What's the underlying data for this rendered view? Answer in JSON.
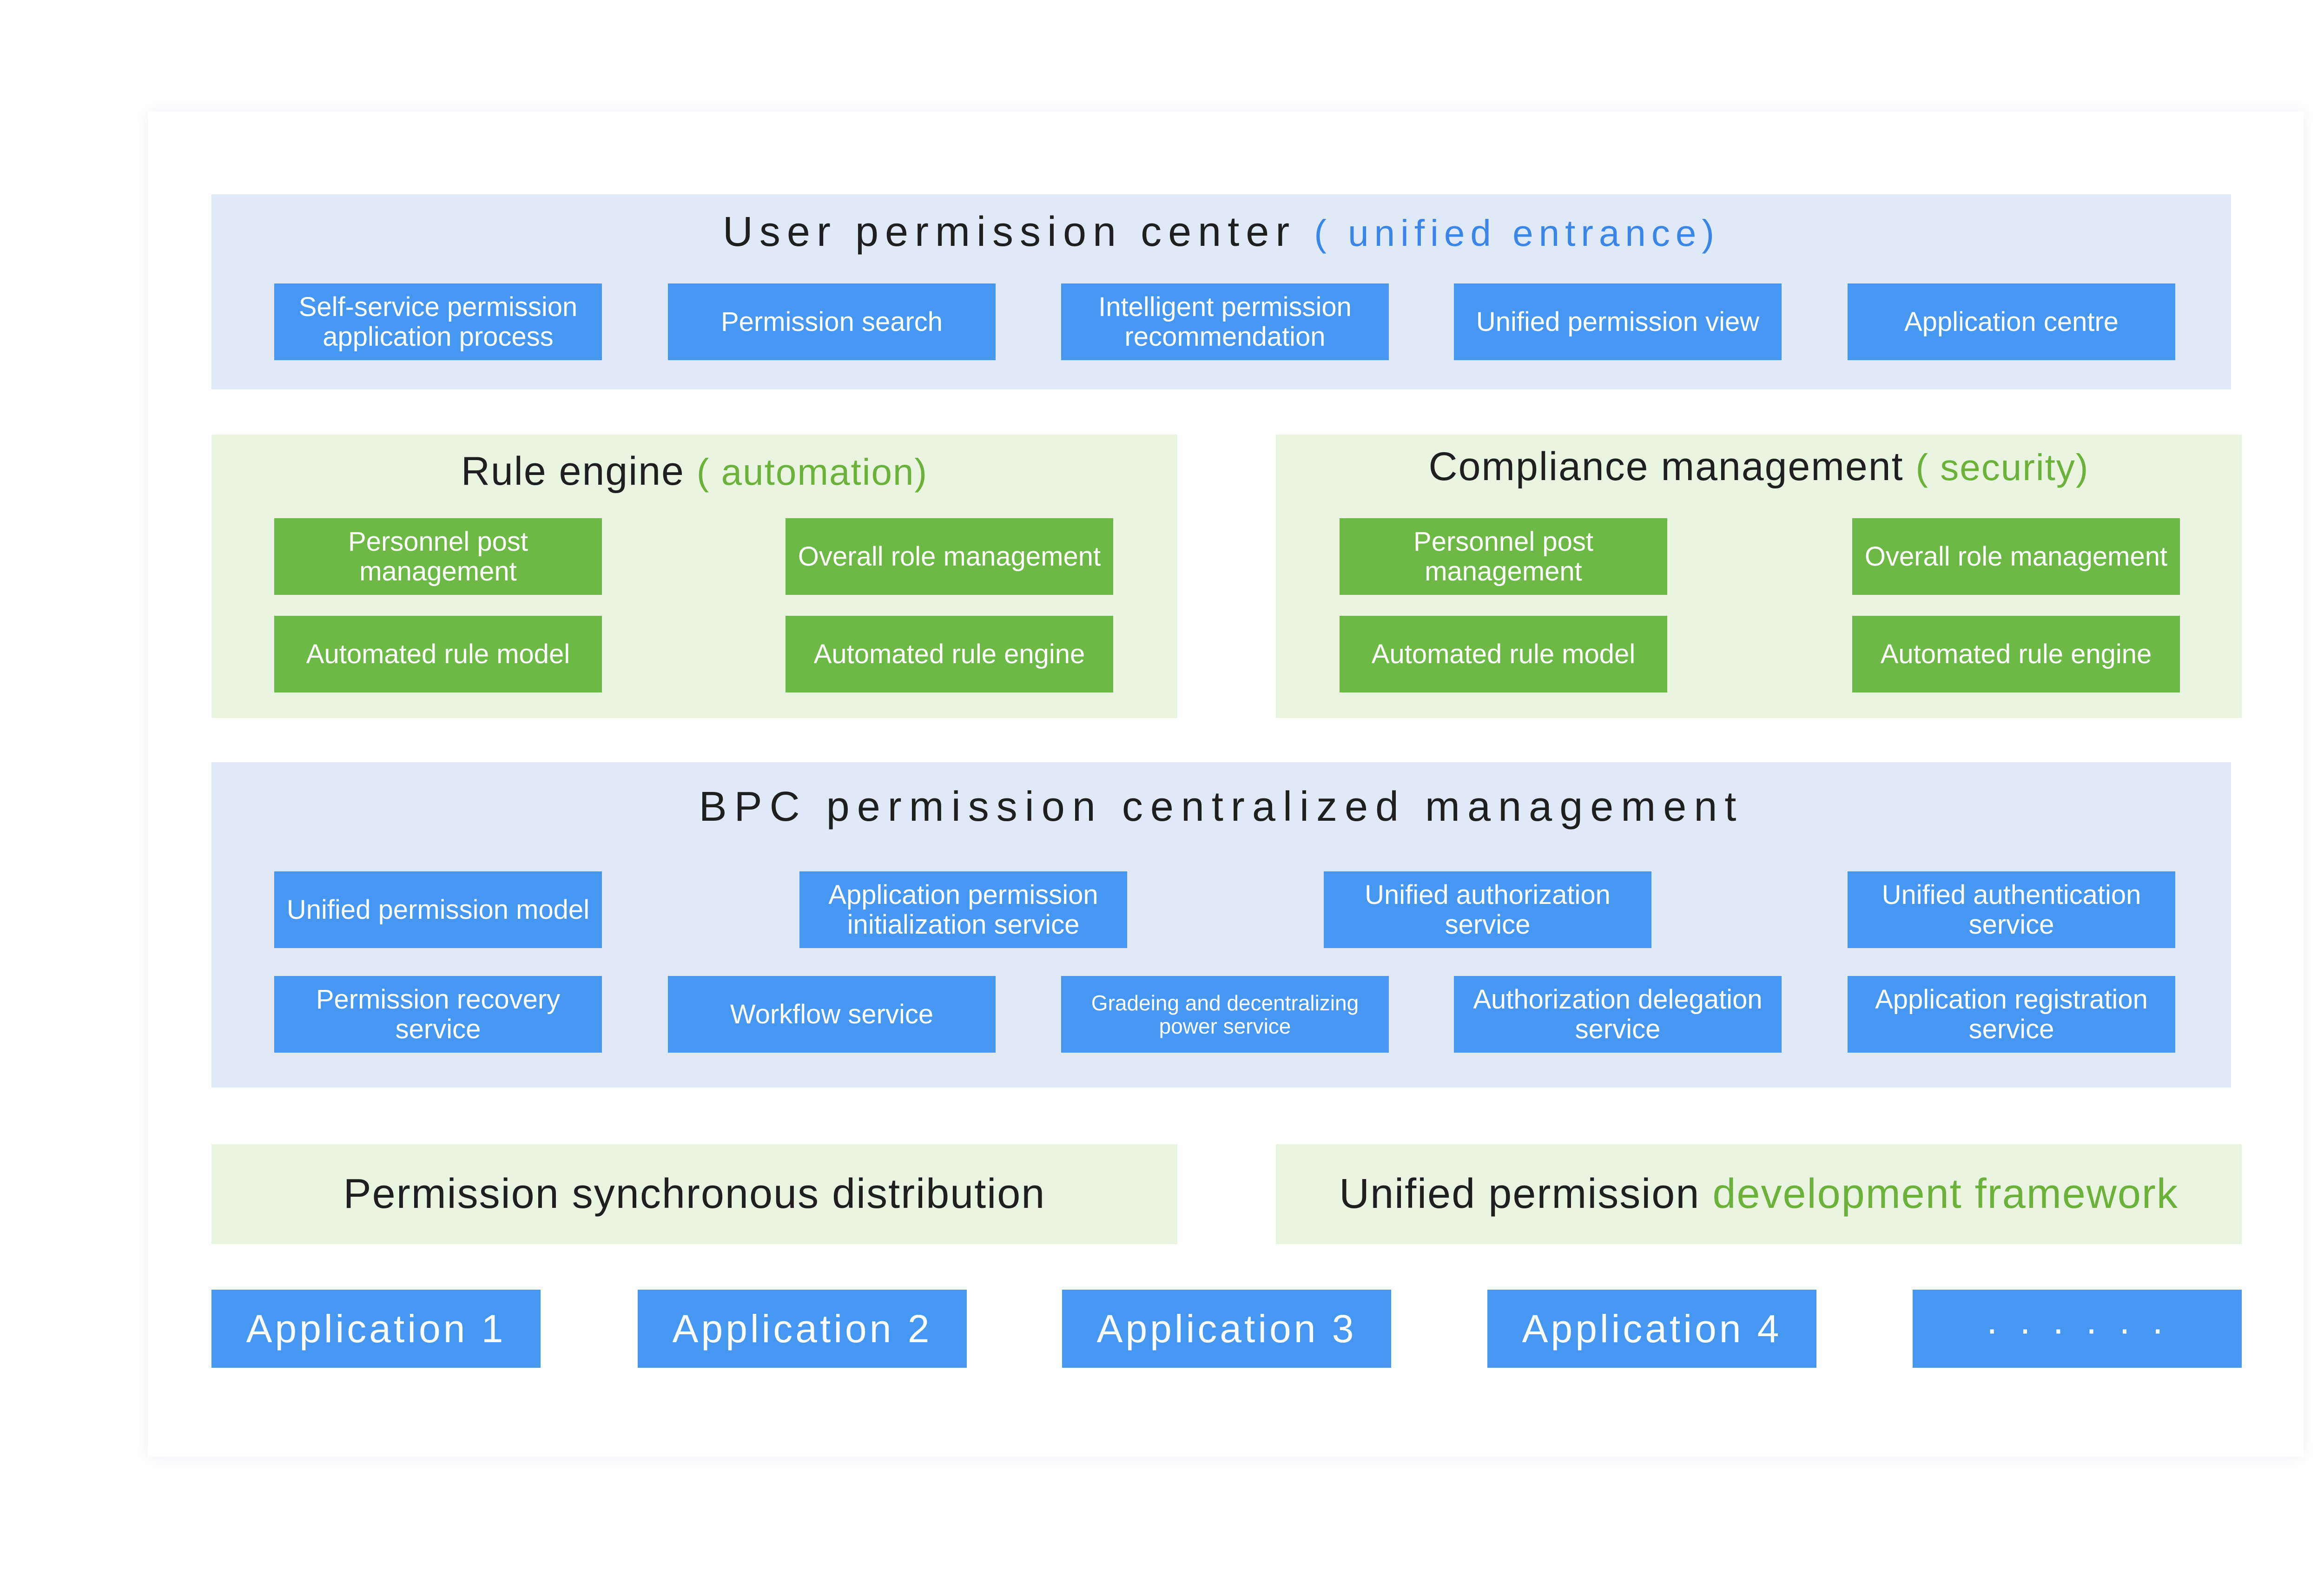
{
  "user_center": {
    "title": "User permission center",
    "subtitle": "( unified entrance)",
    "items": [
      "Self-service permission application process",
      "Permission search",
      "Intelligent permission recommendation",
      "Unified permission view",
      "Application centre"
    ]
  },
  "rule_engine": {
    "title": "Rule engine",
    "subtitle": "( automation)",
    "items": [
      "Personnel post management",
      "Overall role management",
      "Automated rule model",
      "Automated rule engine"
    ]
  },
  "compliance": {
    "title": "Compliance management",
    "subtitle": "( security)",
    "items": [
      "Personnel post management",
      "Overall role management",
      "Automated rule model",
      "Automated rule engine"
    ]
  },
  "bpc": {
    "title": "BPC permission centralized management",
    "row1": [
      "Unified permission model",
      "Application permission initialization service",
      "Unified authorization service",
      "Unified authentication service"
    ],
    "row2": [
      "Permission recovery service",
      "Workflow service",
      "Gradeing and decentralizing power service",
      "Authorization delegation service",
      "Application registration service"
    ]
  },
  "sync": {
    "title": "Permission synchronous distribution"
  },
  "framework": {
    "title_main": "Unified permission",
    "title_accent": "development framework"
  },
  "applications": [
    "Application 1",
    "Application 2",
    "Application 3",
    "Application 4",
    "· · · · · ·"
  ],
  "colors": {
    "blue_panel": "#dfe9f8",
    "green_panel": "#e9f5e0",
    "blue_box": "#4697f2",
    "green_box": "#6cba45",
    "blue_accent": "#3a86e8",
    "green_accent": "#6cb23a"
  }
}
